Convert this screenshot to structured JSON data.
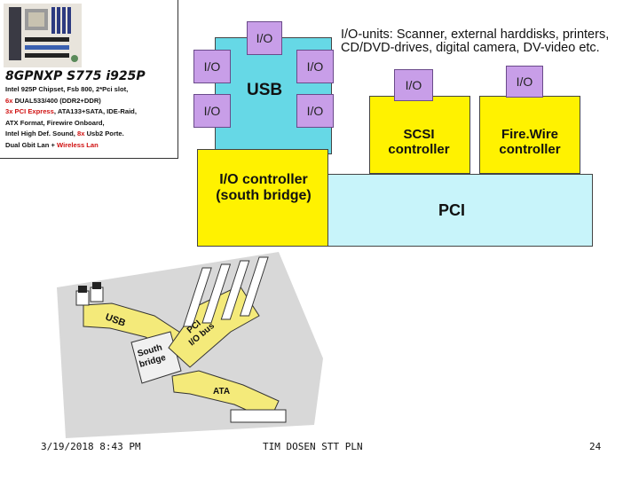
{
  "mobo": {
    "title": "8GPNXP S775 i925P",
    "specs": [
      {
        "parts": [
          {
            "t": "Intel 925P Chipset, Fsb 800,  2*Pci slot,",
            "red": false
          }
        ]
      },
      {
        "parts": [
          {
            "t": "6x",
            "red": true
          },
          {
            "t": " DUAL533/400 (DDR2+DDR)",
            "red": false
          }
        ]
      },
      {
        "parts": [
          {
            "t": "3x PCI Express",
            "red": true
          },
          {
            "t": ", ATA133+SATA, IDE-Raid,",
            "red": false
          }
        ]
      },
      {
        "parts": [
          {
            "t": "ATX Format, Firewire Onboard,",
            "red": false
          }
        ]
      },
      {
        "parts": [
          {
            "t": "Intel High Def. Sound, ",
            "red": false
          },
          {
            "t": "8x",
            "red": true
          },
          {
            "t": " Usb2 Porte.",
            "red": false
          }
        ]
      },
      {
        "parts": [
          {
            "t": "Dual Gbit Lan + ",
            "red": false
          },
          {
            "t": "Wireless Lan",
            "red": true
          }
        ]
      }
    ]
  },
  "diagram": {
    "io_label": "I/O",
    "usb": "USB",
    "io_units": "I/O-units: Scanner, external harddisks, printers, CD/DVD-drives, digital camera, DV-video etc.",
    "scsi": "SCSI controller",
    "firewire": "Fire.Wire controller",
    "io_controller": "I/O controller (south bridge)",
    "pci": "PCI",
    "colors": {
      "cyan": "#66d8e6",
      "light_cyan": "#c8f4fa",
      "yellow": "#fff200",
      "purple": "#c89ee8"
    }
  },
  "illustration": {
    "usb": "USB",
    "south": "South",
    "bridge": "bridge",
    "pci": "PCI",
    "io_bus": "I/O bus",
    "ata": "ATA"
  },
  "footer": {
    "date": "3/19/2018 8:43 PM",
    "center": "TIM DOSEN STT PLN",
    "page": "24"
  }
}
